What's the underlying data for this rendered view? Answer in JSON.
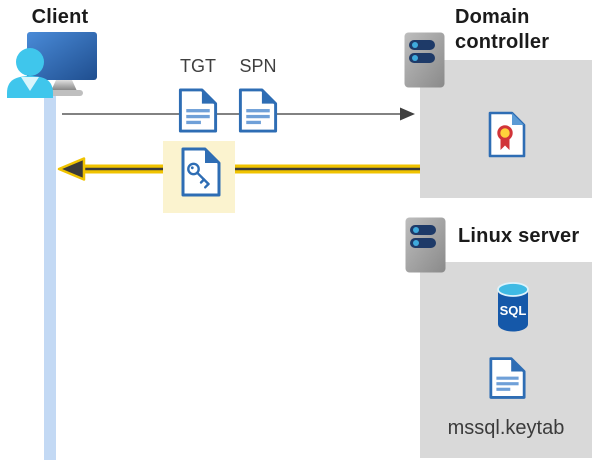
{
  "diagram": {
    "client": {
      "label": "Client"
    },
    "kerberos_exchange": {
      "tgt_label": "TGT",
      "spn_label": "SPN"
    },
    "domain_controller": {
      "label": "Domain controller"
    },
    "linux_server": {
      "label": "Linux server",
      "sql_badge": "SQL",
      "keytab_filename": "mssql.keytab"
    },
    "colors": {
      "response_arrow_gold": "#F0C300",
      "request_arrow_gray": "#595959",
      "container_box_gray": "#D9D9D9",
      "ticket_highlight_yellow": "#FBF3CF",
      "client_rail_blue": "#C3D9F4",
      "document_blue": "#2E6DB4",
      "sql_database_blue": "#1558A9",
      "certificate_ribbon_red": "#D13438",
      "certificate_seal_yellow": "#FFD23B"
    },
    "icons": {
      "client": "user-workstation-icon",
      "domain_controller": "server-icon",
      "linux_server": "server-icon",
      "tgt": "document-ticket-icon",
      "spn": "document-ticket-icon",
      "service_ticket": "document-key-icon",
      "certificate": "certificate-icon",
      "database": "sql-database-icon",
      "keytab": "document-file-icon"
    }
  }
}
